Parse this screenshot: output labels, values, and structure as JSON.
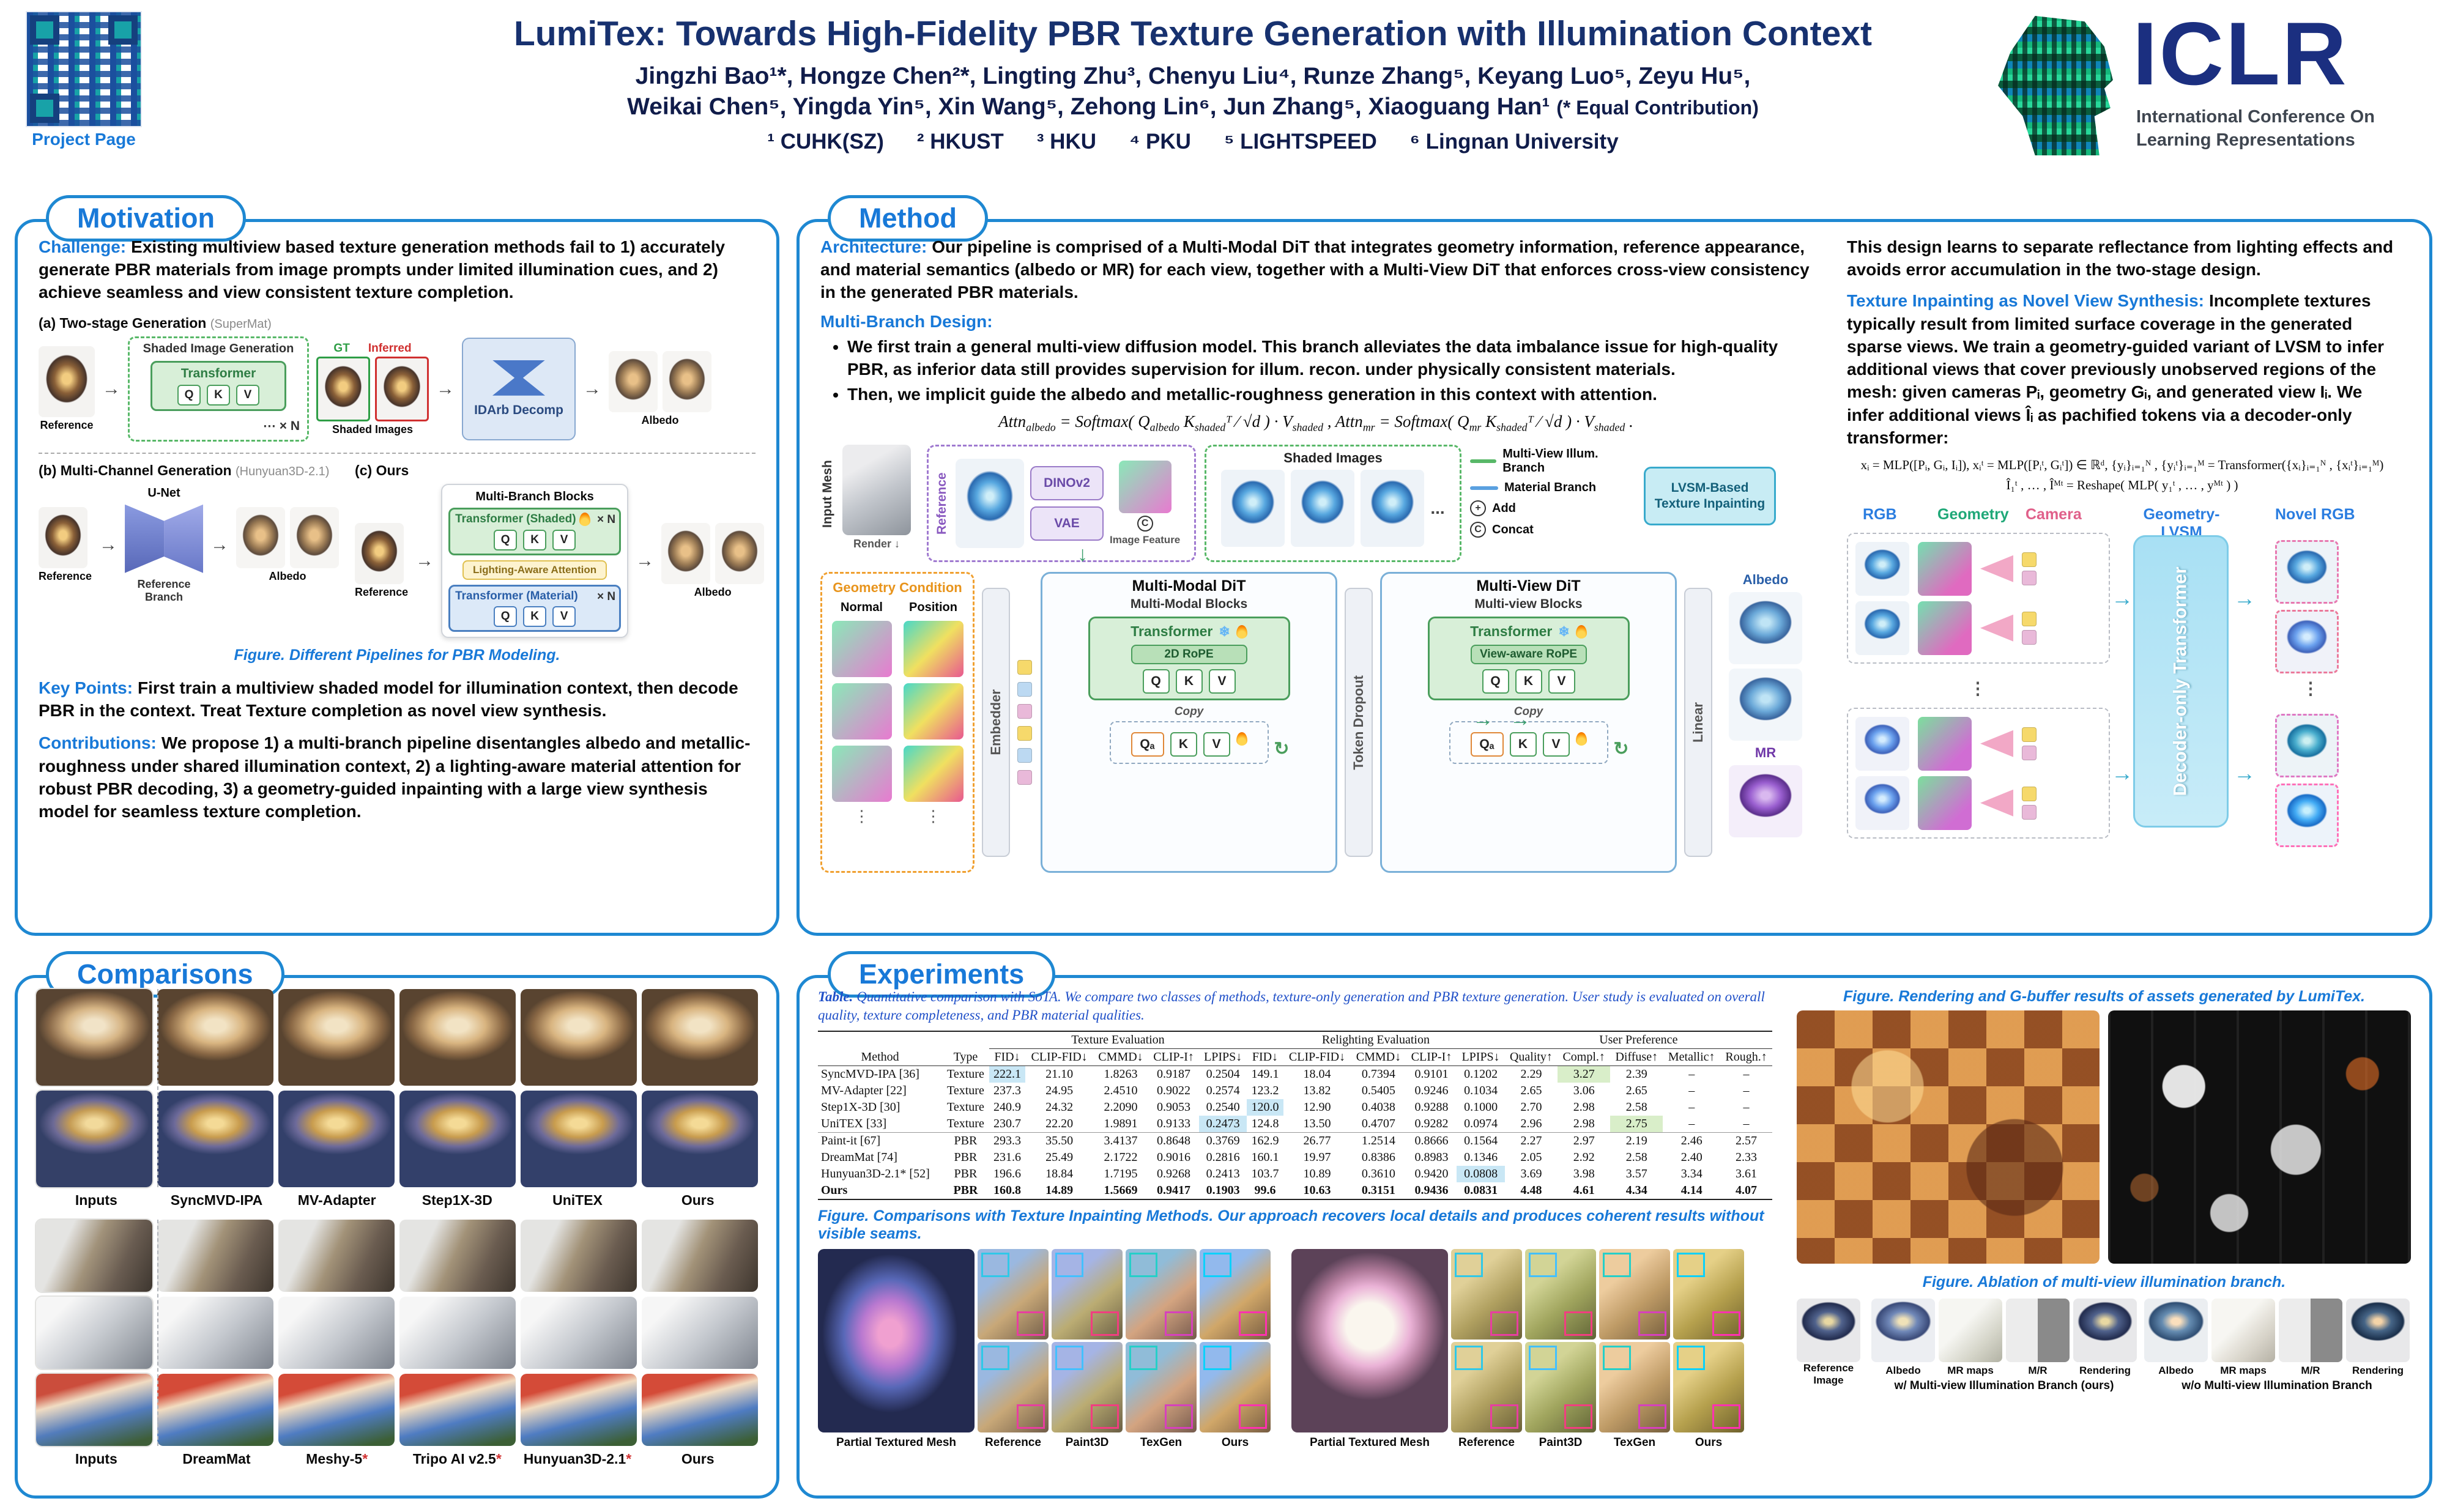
{
  "accent_colors": {
    "navy": "#17316f",
    "blue": "#1879d8",
    "panel_border": "#1e88d2",
    "table_caption_blue": "#2050c8",
    "highlight_cyan": "#c9e7f5",
    "highlight_green": "#d9eec9"
  },
  "shared": {
    "q": "Q",
    "k": "K",
    "v": "V",
    "qa": "Qₐ",
    "xn": "× N",
    "dots_xn": "⋯ × N"
  },
  "header": {
    "project_page": "Project Page",
    "title": "LumiTex: Towards High-Fidelity PBR Texture Generation with Illumination Context",
    "authors_line1": "Jingzhi Bao¹*, Hongze Chen²*, Lingting Zhu³, Chenyu Liu⁴, Runze Zhang⁵, Keyang Luo⁵, Zeyu Hu⁵,",
    "authors_line2": "Weikai Chen⁵, Yingda Yin⁵, Xin Wang⁵, Zehong Lin⁶, Jun Zhang⁵, Xiaoguang Han¹ ",
    "equal_contribution": "(* Equal Contribution)",
    "affiliations": [
      "¹ CUHK(SZ)",
      "² HKUST",
      "³ HKU",
      "⁴ PKU",
      "⁵ LIGHTSPEED",
      "⁶ Lingnan University"
    ],
    "iclr_name": "ICLR",
    "iclr_subtitle1": "International Conference On",
    "iclr_subtitle2": "Learning Representations"
  },
  "motivation": {
    "section_title": "Motivation",
    "challenge_label": "Challenge:",
    "challenge_text": "Existing multiview based texture generation methods fail to 1) accurately generate PBR materials from image prompts under limited illumination cues, and 2) achieve seamless and view consistent texture completion.",
    "fig_a": {
      "tag": "(a)",
      "title": "Two-stage Generation",
      "sub": "(SuperMat)",
      "reference": "Reference",
      "shaded_gen": "Shaded Image Generation",
      "transformer": "Transformer",
      "gt": "GT",
      "inferred": "Inferred",
      "shaded_images": "Shaded Images",
      "idarb": "IDArb Decomp",
      "albedo": "Albedo"
    },
    "fig_b": {
      "tag": "(b)",
      "title": "Multi-Channel Generation",
      "sub": "(Hunyuan3D-2.1)",
      "unet": "U-Net",
      "reference": "Reference",
      "ref_branch": "Reference Branch",
      "albedo": "Albedo"
    },
    "fig_c": {
      "tag": "(c)",
      "title": "Ours",
      "blocks": "Multi-Branch Blocks",
      "t_shaded1": "Transformer",
      "t_shaded2": "(Shaded)",
      "attn": "Lighting-Aware Attention",
      "t_material1": "Transformer",
      "t_material2": "(Material)",
      "reference": "Reference",
      "albedo": "Albedo"
    },
    "figure_caption_label": "Figure.",
    "figure_caption": " Different Pipelines for PBR Modeling.",
    "key_points_label": "Key Points:",
    "key_points_text": "First train a multiview shaded model for illumination context, then decode PBR in the context. Treat Texture completion as novel view synthesis.",
    "contributions_label": "Contributions:",
    "contributions_segs": [
      "We propose 1) a ",
      "multi-branch pipeline",
      " disentangles albedo and metallic-roughness under shared illumination context, 2) a ",
      "lighting-aware material attention",
      " for robust PBR decoding, 3) a geometry-guided ",
      "inpainting with a large view synthesis model",
      " for seamless texture completion."
    ]
  },
  "method": {
    "section_title": "Method",
    "architecture_label": "Architecture:",
    "architecture_segs": [
      "Our pipeline is comprised of a ",
      "Multi-Modal DiT",
      " that integrates geometry information, reference appearance, and material semantics (albedo or MR) for each view, together with a ",
      "Multi-View DiT",
      " that enforces cross-view consistency in the generated PBR materials."
    ],
    "multi_branch_label": "Multi-Branch Design:",
    "bullets": [
      "We first train a general multi-view diffusion model. This branch alleviates the data imbalance issue for high-quality PBR, as inferior data still provides supervision for illum. recon. under physically consistent materials.",
      "Then, we implicit guide the albedo and metallic-roughness generation in this context with attention."
    ],
    "formula_segs": [
      "Attn",
      "albedo",
      " = Softmax( Q",
      "albedo",
      " K",
      "shaded",
      "ᵀ ⁄ √d ) · V",
      "shaded",
      " ,    Attn",
      "mr",
      " = Softmax( Q",
      "mr",
      " K",
      "shaded",
      "ᵀ ⁄ √d ) · V",
      "shaded",
      " ."
    ],
    "diagram": {
      "input_mesh": "Input Mesh",
      "render": "Render",
      "reference": "Reference",
      "dinov2": "DINOv2",
      "vae": "VAE",
      "image_feature": "Image Feature",
      "shaded_images": "Shaded Images",
      "legend_illum": "Multi-View Illum. Branch",
      "legend_material": "Material Branch",
      "legend_add": "Add",
      "legend_concat": "Concat",
      "add_sym": "+",
      "concat_sym": "C",
      "lvsm_box1": "LVSM-Based",
      "lvsm_box2": "Texture Inpainting",
      "geometry_condition": "Geometry Condition",
      "normal": "Normal",
      "position": "Position",
      "embedder": "Embedder",
      "mm_dit": "Multi-Modal DiT",
      "mm_blocks": "Multi-Modal Blocks",
      "transformer": "Transformer",
      "rope_2d": "2D RoPE",
      "copy": "Copy",
      "token_dropout": "Token Dropout",
      "mv_dit": "Multi-View DiT",
      "mv_blocks": "Multi-view Blocks",
      "rope_view": "View-aware RoPE",
      "linear": "Linear",
      "albedo": "Albedo",
      "mr": "MR"
    },
    "right_text": "This design learns to separate reflectance from lighting effects and avoids error accumulation in the two-stage design.",
    "inpaint_label": "Texture Inpainting as Novel View Synthesis:",
    "inpaint_text": "Incomplete textures typically result from limited surface coverage in the generated sparse views. We train a geometry-guided variant of LVSM to infer additional views that cover previously unobserved regions of the mesh: given cameras Pᵢ, geometry Gᵢ, and generated view Iᵢ. We infer additional views Îᵢ as pachified tokens via a decoder-only transformer:",
    "lvsm_f1": "xᵢ = MLP([Pᵢ, Gᵢ, Iᵢ]),   xᵢᵗ = MLP([Pᵢᵗ, Gᵢᵗ]) ∈ ℝᵈ,   {yᵢ}ᵢ₌₁ᴺ , {yᵢᵗ}ᵢ₌₁ᴹ = Transformer({xᵢ}ᵢ₌₁ᴺ , {xᵢᵗ}ᵢ₌₁ᴹ)",
    "lvsm_f2": "Î₁ᵗ , … , Îᴹᵗ = Reshape( MLP( y₁ᵗ , … , yᴹᵗ ) )",
    "lvsm_diagram": {
      "rgb": "RGB",
      "geometry": "Geometry",
      "camera": "Camera",
      "lvsm": "Geometry-LVSM",
      "novel_rgb": "Novel RGB",
      "transformer": "Decoder-only Transformer"
    }
  },
  "comparisons": {
    "section_title": "Comparisons",
    "top_labels": [
      "Inputs",
      "SyncMVD-IPA",
      "MV-Adapter",
      "Step1X-3D",
      "UniTEX",
      "Ours"
    ],
    "bottom_labels": [
      {
        "t": "Inputs"
      },
      {
        "t": "DreamMat"
      },
      {
        "t": "Meshy-5",
        "star": "*"
      },
      {
        "t": "Tripo AI v2.5",
        "star": "*"
      },
      {
        "t": "Hunyuan3D-2.1",
        "star": "*"
      },
      {
        "t": "Ours"
      }
    ]
  },
  "experiments": {
    "section_title": "Experiments",
    "table_caption_label": "Table.",
    "table_caption": "Quantitative comparison with SoTA. We compare two classes of methods, texture-only generation and PBR texture generation. User study is evaluated on overall quality, texture completeness, and PBR material qualities.",
    "table": {
      "groups": [
        "Texture Evaluation",
        "Relighting Evaluation",
        "User Preference"
      ],
      "cols": [
        "Method",
        "Type",
        "FID↓",
        "CLIP-FID↓",
        "CMMD↓",
        "CLIP-I↑",
        "LPIPS↓",
        "FID↓",
        "CLIP-FID↓",
        "CMMD↓",
        "CLIP-I↑",
        "LPIPS↓",
        "Quality↑",
        "Compl.↑",
        "Diffuse↑",
        "Metallic↑",
        "Rough.↑"
      ],
      "rows": [
        {
          "method": "SyncMVD-IPA [36]",
          "type": "Texture",
          "vals": [
            "222.1",
            "21.10",
            "1.8263",
            "0.9187",
            "0.2504",
            "149.1",
            "18.04",
            "0.7394",
            "0.9101",
            "0.1202",
            "2.29",
            "3.27",
            "2.39",
            "–",
            "–"
          ],
          "hl": {
            "0": "c",
            "11": "g"
          }
        },
        {
          "method": "MV-Adapter [22]",
          "type": "Texture",
          "vals": [
            "237.3",
            "24.95",
            "2.4510",
            "0.9022",
            "0.2574",
            "123.2",
            "13.82",
            "0.5405",
            "0.9246",
            "0.1034",
            "2.65",
            "3.06",
            "2.65",
            "–",
            "–"
          ]
        },
        {
          "method": "Step1X-3D [30]",
          "type": "Texture",
          "vals": [
            "240.9",
            "24.32",
            "2.2090",
            "0.9053",
            "0.2540",
            "120.0",
            "12.90",
            "0.4038",
            "0.9288",
            "0.1000",
            "2.70",
            "2.98",
            "2.58",
            "–",
            "–"
          ],
          "hl": {
            "5": "c"
          }
        },
        {
          "method": "UniTEX [33]",
          "type": "Texture",
          "vals": [
            "230.7",
            "22.20",
            "1.9891",
            "0.9133",
            "0.2473",
            "124.8",
            "13.50",
            "0.4707",
            "0.9282",
            "0.0974",
            "2.96",
            "2.98",
            "2.75",
            "–",
            "–"
          ],
          "hl": {
            "4": "c",
            "12": "g"
          }
        },
        {
          "method": "Paint-it [67]",
          "type": "PBR",
          "rule": true,
          "vals": [
            "293.3",
            "35.50",
            "3.4137",
            "0.8648",
            "0.3769",
            "162.9",
            "26.77",
            "1.2514",
            "0.8666",
            "0.1564",
            "2.27",
            "2.97",
            "2.19",
            "2.46",
            "2.57"
          ]
        },
        {
          "method": "DreamMat [74]",
          "type": "PBR",
          "vals": [
            "231.6",
            "25.49",
            "2.1722",
            "0.9016",
            "0.2816",
            "160.1",
            "19.97",
            "0.8386",
            "0.8983",
            "0.1346",
            "2.05",
            "2.92",
            "2.58",
            "2.40",
            "2.33"
          ]
        },
        {
          "method": "Hunyuan3D-2.1* [52]",
          "type": "PBR",
          "vals": [
            "196.6",
            "18.84",
            "1.7195",
            "0.9268",
            "0.2413",
            "103.7",
            "10.89",
            "0.3610",
            "0.9420",
            "0.0808",
            "3.69",
            "3.98",
            "3.57",
            "3.34",
            "3.61"
          ],
          "hl": {
            "9": "c"
          }
        },
        {
          "method": "Ours",
          "type": "PBR",
          "bold": true,
          "vals": [
            "160.8",
            "14.89",
            "1.5669",
            "0.9417",
            "0.1903",
            "99.6",
            "10.63",
            "0.3151",
            "0.9436",
            "0.0831",
            "4.48",
            "4.61",
            "4.34",
            "4.14",
            "4.07"
          ]
        }
      ]
    },
    "fig_inpaint_label": "Figure.",
    "fig_inpaint": " Comparisons with Texture Inpainting Methods. Our approach recovers local details and produces coherent results without visible seams.",
    "inpaint_labels": [
      "Partial Textured Mesh",
      "Reference",
      "Paint3D",
      "TexGen",
      "Ours",
      "Partial Textured Mesh",
      "Reference",
      "Paint3D",
      "TexGen",
      "Ours"
    ],
    "fig_render_label": "Figure.",
    "fig_render": " Rendering and G-buffer results of assets generated by LumiTex.",
    "fig_ablation_label": "Figure.",
    "fig_ablation": " Ablation of multi-view illumination branch.",
    "ablation_labels": [
      "Reference Image",
      "Albedo",
      "MR maps",
      "M/R",
      "Rendering",
      "Albedo",
      "MR maps",
      "M/R",
      "Rendering"
    ],
    "ablation_groups": [
      "w/ Multi-view Illumination Branch (ours)",
      "w/o Multi-view Illumination Branch"
    ]
  }
}
